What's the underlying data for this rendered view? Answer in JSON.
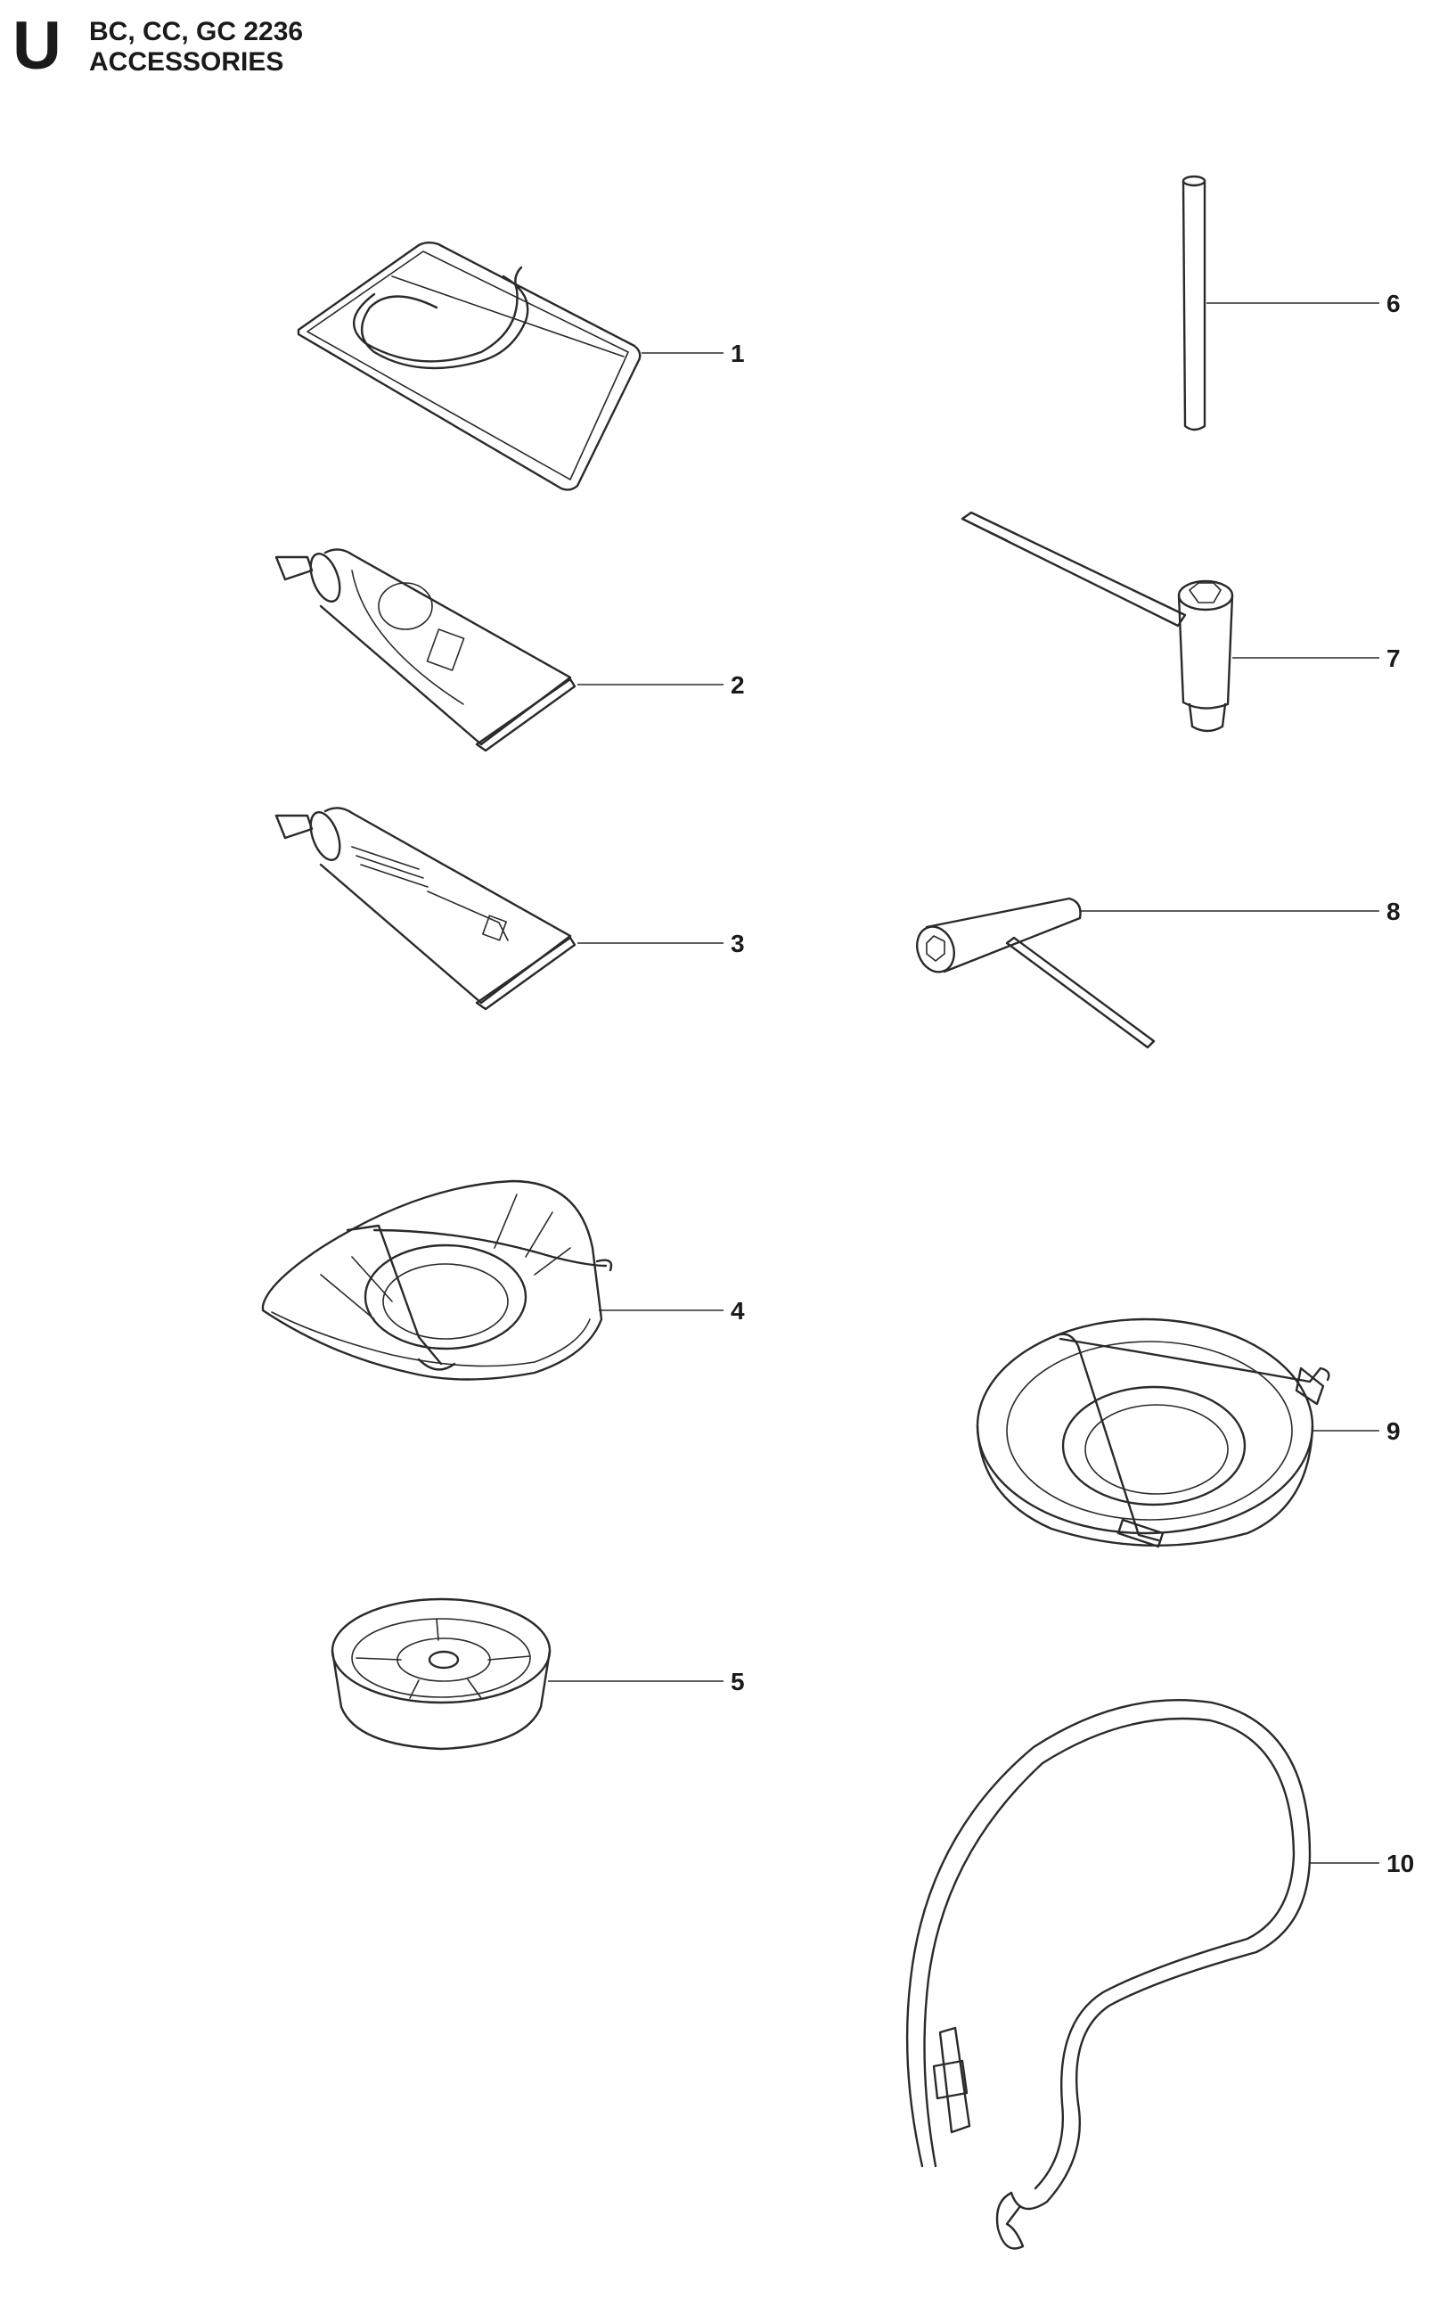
{
  "header": {
    "section_letter": "U",
    "models": "BC, CC, GC 2236",
    "title": "ACCESSORIES"
  },
  "callouts": [
    "1",
    "2",
    "3",
    "4",
    "5",
    "6",
    "7",
    "8",
    "9",
    "10"
  ]
}
